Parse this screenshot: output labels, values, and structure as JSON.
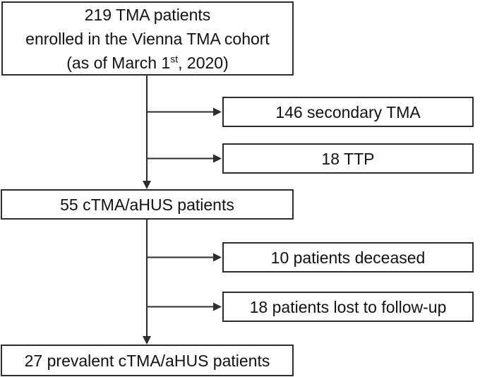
{
  "diagram": {
    "type": "flowchart",
    "nodes": {
      "total": {
        "line1": "219 TMA patients",
        "line2": "enrolled in the Vienna TMA cohort",
        "line3_pre": "(as of March 1",
        "line3_sup": "st",
        "line3_post": ", 2020)"
      },
      "secondary": {
        "label": "146 secondary TMA"
      },
      "ttp": {
        "label": "18 TTP"
      },
      "ctma": {
        "label": "55 cTMA/aHUS patients"
      },
      "deceased": {
        "label": "10 patients deceased"
      },
      "lost": {
        "label": "18 patients lost to follow-up"
      },
      "prevalent": {
        "label": "27 prevalent cTMA/aHUS patients"
      }
    },
    "edges": [
      {
        "from": "total",
        "to": "secondary"
      },
      {
        "from": "total",
        "to": "ttp"
      },
      {
        "from": "total",
        "to": "ctma"
      },
      {
        "from": "ctma",
        "to": "deceased"
      },
      {
        "from": "ctma",
        "to": "lost"
      },
      {
        "from": "ctma",
        "to": "prevalent"
      }
    ],
    "colors": {
      "background": "#ffffff",
      "border": "#2d2d2d",
      "text": "#111111",
      "line": "#2d2d2d"
    }
  }
}
